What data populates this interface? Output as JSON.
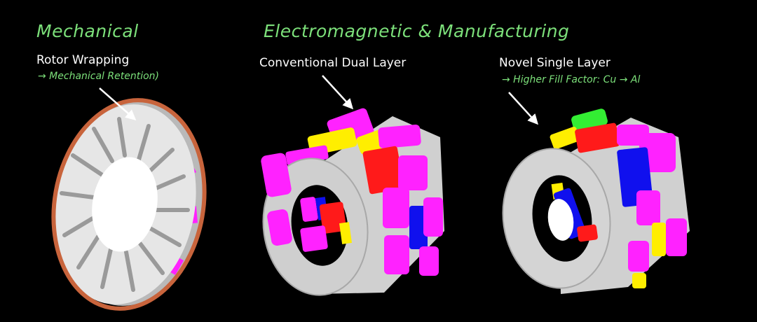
{
  "headings": {
    "left": "Mechanical",
    "right": "Electromagnetic & Manufacturing"
  },
  "panels": [
    {
      "label": "Rotor Wrapping",
      "note": "→ Mechanical Retention)"
    },
    {
      "label": "Conventional Dual Layer",
      "note": ""
    },
    {
      "label": "Novel Single Layer",
      "note": "→  Higher Fill Factor: Cu → Al"
    }
  ],
  "colors": {
    "heading_text": "#7CE07A",
    "background": "#000000",
    "steel": "#d9d9d9",
    "steel_shade": "#a8a8a8",
    "magenta": "#ff22ff",
    "red": "#ff1a1a",
    "blue": "#1010ee",
    "yellow": "#ffee00",
    "green": "#33ee33",
    "wrap": "#c8643c"
  }
}
